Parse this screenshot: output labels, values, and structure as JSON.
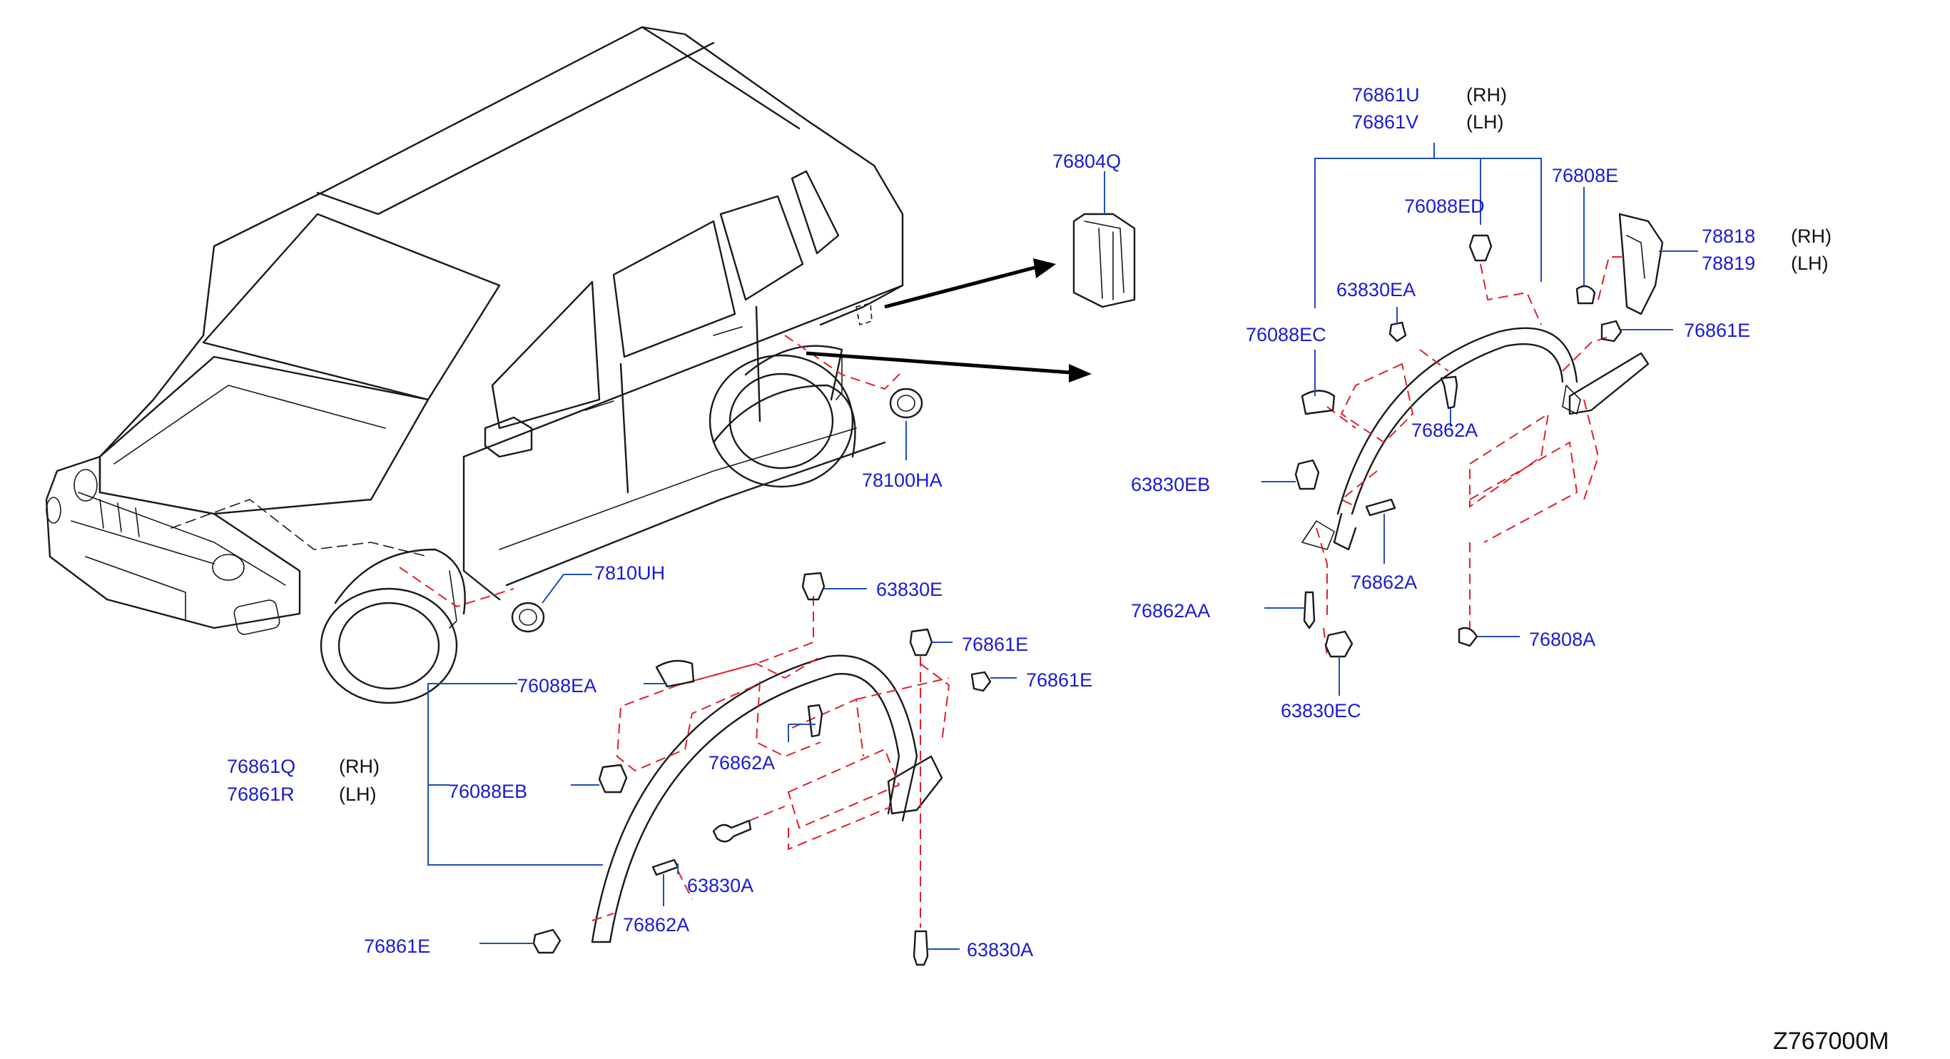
{
  "callouts": {
    "p76804Q": "76804Q",
    "p78100HA": "78100HA",
    "p78100H": "7810UH",
    "p76861U": "76861U",
    "p76861U_side": "(RH)",
    "p76861V": "76861V",
    "p76861V_side": "(LH)",
    "p76808E": "76808E",
    "p76088ED": "76088ED",
    "p78818": "78818",
    "p78818_side": "(RH)",
    "p78819": "78819",
    "p78819_side": "(LH)",
    "p63830EA": "63830EA",
    "p76088EC": "76088EC",
    "p76861E_rear": "76861E",
    "p76862A_r1": "76862A",
    "p63830EB": "63830EB",
    "p76862A_r2": "76862A",
    "p76862AA": "76862AA",
    "p76808A": "76808A",
    "p63830EC": "63830EC",
    "p63830E": "63830E",
    "p76861E_f1": "76861E",
    "p76861E_f2": "76861E",
    "p76088EA": "76088EA",
    "p76861Q": "76861Q",
    "p76861Q_side": "(RH)",
    "p76861R": "76861R",
    "p76861R_side": "(LH)",
    "p76088EB": "76088EB",
    "p76862A_f1": "76862A",
    "p63830A_1": "63830A",
    "p76862A_f2": "76862A",
    "p76861E_f3": "76861E",
    "p63830A_2": "63830A"
  },
  "diagram_code": "Z767000M",
  "colors": {
    "part_number": "#1a1ad6",
    "leader_line": "#1f4fb8",
    "dashed_guide": "#e0202a",
    "ink": "#1a1a1a"
  }
}
